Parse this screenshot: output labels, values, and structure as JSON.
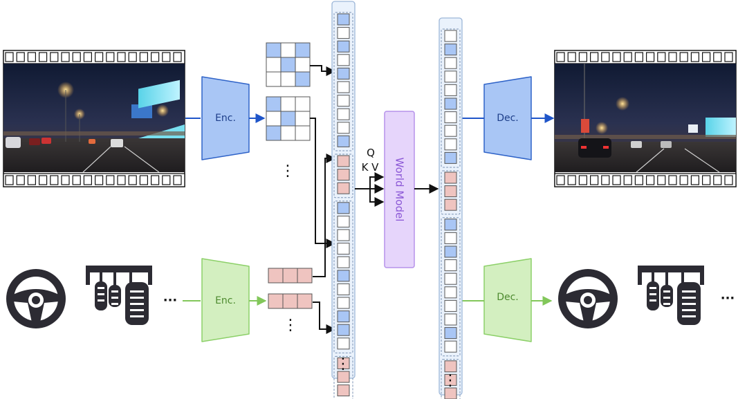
{
  "labels": {
    "video_encoder": "Enc.",
    "video_decoder": "Dec.",
    "action_encoder": "Enc.",
    "action_decoder": "Dec.",
    "world_model": "World Model",
    "q": "Q",
    "kv": "K V"
  },
  "glyphs": {
    "vdots": "⋮",
    "ellipsis": "···"
  },
  "colors": {
    "video": "#4a78d8",
    "video_fill": "#a9c6f5",
    "action": "#82c75a",
    "action_fill": "#d3efc0",
    "world_model_fill": "#e6d5fb",
    "world_model_stroke": "#b592ea",
    "token_blue": "#a9c6f5",
    "token_pink": "#efc4c0",
    "column_fill": "#eaf2fc",
    "column_stroke": "#9cb6d8",
    "icon": "#2c2b33"
  },
  "icons": {
    "steering_wheel": "steering-wheel-icon",
    "pedals": "pedals-icon",
    "video_frame": "night-highway-video-frame"
  },
  "token_sequences": {
    "input_column": {
      "groups": [
        {
          "kind": "video",
          "tokens": [
            "blue",
            "white",
            "blue",
            "white",
            "blue",
            "white",
            "white",
            "white",
            "white",
            "blue"
          ]
        },
        {
          "kind": "action",
          "tokens": [
            "pink",
            "pink",
            "pink"
          ]
        },
        {
          "kind": "video",
          "tokens": [
            "blue",
            "white",
            "white",
            "white",
            "white",
            "blue",
            "white",
            "white",
            "blue",
            "blue",
            "white"
          ]
        },
        {
          "kind": "action",
          "tokens": [
            "pink",
            "pink",
            "pink"
          ]
        }
      ]
    },
    "output_column": {
      "groups": [
        {
          "kind": "video",
          "tokens": [
            "white",
            "blue",
            "white",
            "white",
            "white",
            "blue",
            "white",
            "white",
            "white",
            "blue"
          ]
        },
        {
          "kind": "action",
          "tokens": [
            "pink",
            "pink",
            "pink"
          ]
        },
        {
          "kind": "video",
          "tokens": [
            "blue",
            "white",
            "blue",
            "white",
            "white",
            "white",
            "white",
            "white",
            "blue",
            "white"
          ]
        },
        {
          "kind": "action",
          "tokens": [
            "pink",
            "pink",
            "pink"
          ]
        }
      ]
    }
  },
  "patch_grids": [
    [
      "blue",
      "white",
      "blue",
      "white",
      "blue",
      "white",
      "white",
      "white",
      "blue"
    ],
    [
      "blue",
      "white",
      "white",
      "white",
      "blue",
      "white",
      "blue",
      "white",
      "white"
    ]
  ],
  "action_token_rows": [
    [
      "pink",
      "pink",
      "pink"
    ],
    [
      "pink",
      "pink",
      "pink"
    ]
  ]
}
